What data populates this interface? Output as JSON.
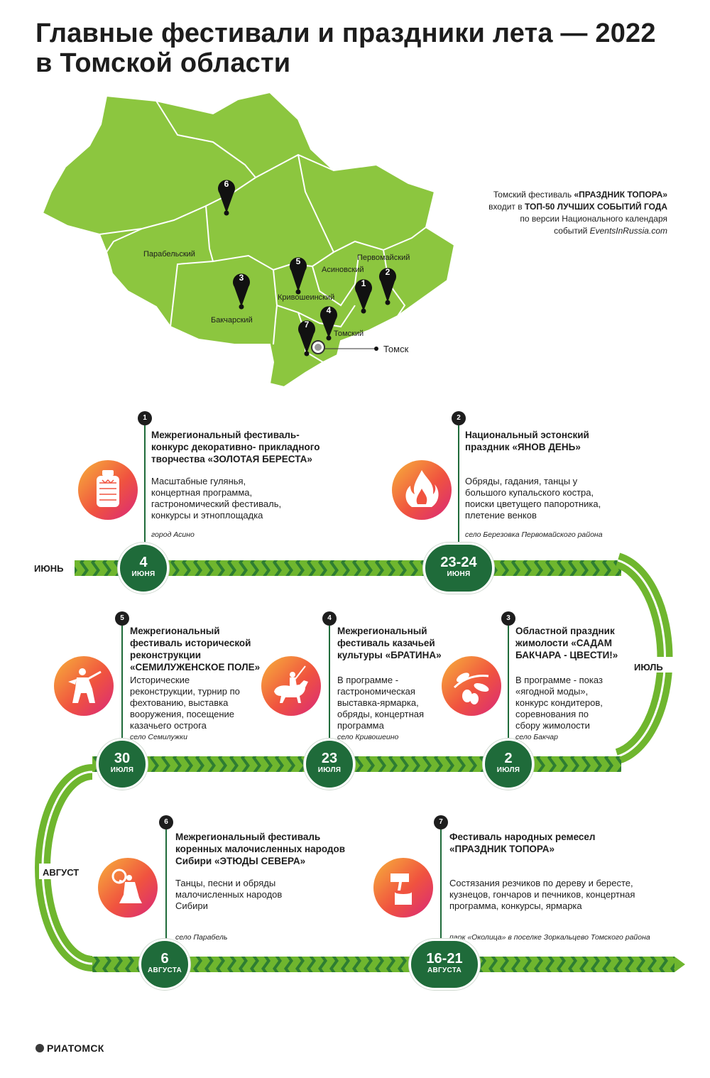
{
  "title": {
    "line1": "Главные фестивали и праздники лета — 2022",
    "line2": "в Томской области"
  },
  "map": {
    "districts": {
      "parabel": "Парабельский",
      "bakchar": "Бакчарский",
      "krivosheino": "Кривошеинский",
      "asino": "Асиновский",
      "pervomaisky": "Первомайский",
      "tomsky": "Томский"
    },
    "city": "Томск",
    "markers": [
      "1",
      "2",
      "3",
      "4",
      "5",
      "6",
      "7"
    ]
  },
  "note": {
    "part1": "Томский фестиваль ",
    "part2": "«ПРАЗДНИК ТОПОРА»",
    "part3": "входит в ",
    "part4": "ТОП-50 ЛУЧШИХ СОБЫТИЙ ГОДА",
    "part5": "по версии Национального календаря",
    "part6": "событий ",
    "part7": "EventsInRussia.com"
  },
  "months": {
    "june": "ИЮНЬ",
    "july": "ИЮЛЬ",
    "august": "АВГУСТ"
  },
  "events": [
    {
      "num": "1",
      "title": [
        "Межрегиональный фестиваль-",
        "конкурс декоративно- прикладного",
        "творчества «ЗОЛОТАЯ БЕРЕСТА»"
      ],
      "desc": [
        "Масштабные гулянья,",
        "концертная программа,",
        "гастрономический фестиваль,",
        "конкурсы и этноплощадка"
      ],
      "place": "город Асино",
      "date": "4",
      "month": "ИЮНЯ",
      "icon": "birch-bark-vessel-icon"
    },
    {
      "num": "2",
      "title": [
        "Национальный эстонский",
        "праздник «ЯНОВ ДЕНЬ»"
      ],
      "desc": [
        "Обряды, гадания, танцы у",
        "большого купальского костра,",
        "поиски цветущего папоротника,",
        "плетение венков"
      ],
      "place": "село Березовка Первомайского района",
      "date": "23-24",
      "month": "ИЮНЯ",
      "icon": "bonfire-icon"
    },
    {
      "num": "3",
      "title": [
        "Областной праздник",
        "жимолости «САДАМ",
        "БАКЧАРА - ЦВЕСТИ!»"
      ],
      "desc": [
        "В программе - показ",
        "«ягодной моды»,",
        "конкурс кондитеров,",
        "соревнования по",
        "сбору жимолости"
      ],
      "place": "село Бакчар",
      "date": "2",
      "month": "ИЮЛЯ",
      "icon": "honeysuckle-icon"
    },
    {
      "num": "4",
      "title": [
        "Межрегиональный",
        "фестиваль казачьей",
        "культуры «БРАТИНА»"
      ],
      "desc": [
        "В программе -",
        "гастрономическая",
        "выставка-ярмарка,",
        "обряды, концертная",
        "программа"
      ],
      "place": "село Кривошеино",
      "date": "23",
      "month": "ИЮЛЯ",
      "icon": "cossack-rider-icon"
    },
    {
      "num": "5",
      "title": [
        "Межрегиональный",
        "фестиваль исторической",
        "реконструкции",
        "«СЕМИЛУЖЕНСКОЕ ПОЛЕ»"
      ],
      "desc": [
        "Исторические",
        "реконструкции, турнир по",
        "фехтованию, выставка",
        "вооружения, посещение",
        "казачьего острога"
      ],
      "place": "село Семилужки",
      "date": "30",
      "month": "ИЮЛЯ",
      "icon": "warrior-icon"
    },
    {
      "num": "6",
      "title": [
        "Межрегиональный фестиваль",
        "коренных малочисленных народов",
        "Сибири «ЭТЮДЫ СЕВЕРА»"
      ],
      "desc": [
        "Танцы, песни и обряды",
        "малочисленных народов",
        "Сибири"
      ],
      "place": "село Парабель",
      "date": "6",
      "month": "АВГУСТА",
      "icon": "shaman-drum-icon"
    },
    {
      "num": "7",
      "title": [
        "Фестиваль народных ремесел",
        "«ПРАЗДНИК ТОПОРА»"
      ],
      "desc": [
        "Состязания резчиков по дереву и бересте,",
        "кузнецов, гончаров и печников, концертная",
        "программа, конкурсы, ярмарка"
      ],
      "place": "парк «Околица» в поселке Зоркальцево Томского района",
      "date": "16-21",
      "month": "АВГУСТА",
      "icon": "axe-in-stump-icon"
    }
  ],
  "logo": "РИАТОМСК",
  "colors": {
    "map_green": "#8cc63f",
    "track_green": "#6fb62e",
    "dark_green": "#1f6b3a",
    "icon_gradient_start": "#f7b23b",
    "icon_gradient_end": "#d9287a"
  }
}
